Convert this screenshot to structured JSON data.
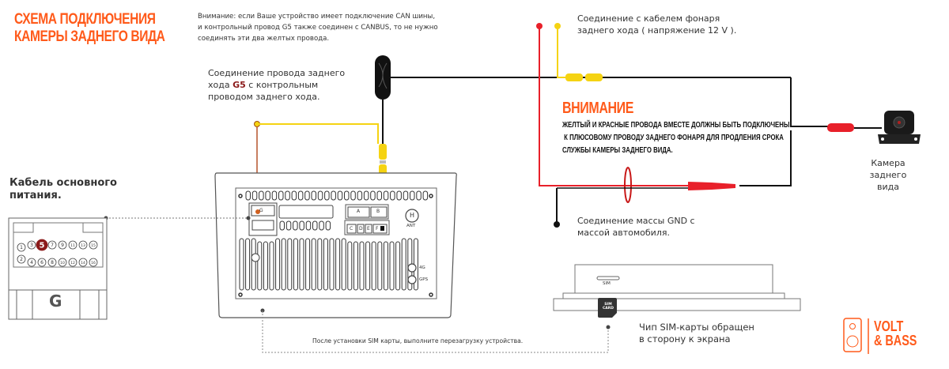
{
  "header": {
    "title_line1": "СХЕМА ПОДКЛЮЧЕНИЯ",
    "title_line2": "КАМЕРЫ ЗАДНЕГО ВИДА"
  },
  "notes": {
    "canbus_line1": "Внимание: если Ваше устройство имеет подключение CAN шины,",
    "canbus_line2": "и контрольный провод G5 также соединен с CANBUS, то не нужно",
    "canbus_line3": "соединять эти два желтых провода.",
    "reverse_light_line1": "Соединение с кабелем фонаря",
    "reverse_light_line2": "заднего хода ( напряжение 12 V ).",
    "g5_line1": "Соединение провода заднего",
    "g5_line2_pre": "хода ",
    "g5_highlight": "G5",
    "g5_line2_post": " с контрольным",
    "g5_line3": "проводом заднего хода.",
    "gnd_line1": "Соединение массы GND с",
    "gnd_line2": "массой автомобиля.",
    "sim_chip_line1": "Чип SIM-карты обращен",
    "sim_chip_line2": "в сторону к экрана",
    "sim_reboot": "После установки SIM карты, выполните перезагрузку устройства."
  },
  "warning": {
    "title": "ВНИМАНИЕ",
    "line1": "ЖЕЛТЫЙ И КРАСНЫЕ ПРОВОДА ВМЕСТЕ ДОЛЖНЫ БЫТЬ ПОДКЛЮЧЕНЫ",
    "line2": " К ПЛЮСОВОМУ ПРОВОДУ ЗАДНЕГО ФОНАРЯ ДЛЯ ПРОДЛЕНИЯ СРОКА",
    "line3": "СЛУЖБЫ КАМЕРЫ ЗАДНЕГО ВИДА."
  },
  "power_cable": {
    "label_line1": "Кабель основного",
    "label_line2": "питания.",
    "connector_letter": "G",
    "highlight_pin": "5",
    "top_row_pins": [
      "1",
      "3",
      "5",
      "7",
      "9",
      "11",
      "13",
      "15"
    ],
    "bottom_row_pins": [
      "2",
      "4",
      "6",
      "8",
      "10",
      "12",
      "14",
      "16"
    ]
  },
  "head_unit": {
    "port_labels": [
      "G",
      "A",
      "B",
      "C",
      "D",
      "E",
      "F",
      "H"
    ],
    "antenna_label": "ANT",
    "antenna_letter": "H",
    "port_4g": "4G",
    "port_gps": "GPS"
  },
  "sim_device": {
    "slot_label": "SIM",
    "card_label_line1": "SIM",
    "card_label_line2": "CARD"
  },
  "camera": {
    "label_line1": "Камера заднего",
    "label_line2": "вида"
  },
  "logo": {
    "line1": "VOLT",
    "line2": "& BASS"
  },
  "colors": {
    "accent": "#ff5a1a",
    "wire_red": "#e8202a",
    "wire_yellow": "#f5d312",
    "wire_black": "#111111",
    "g5_highlight": "#8b1a1a"
  }
}
